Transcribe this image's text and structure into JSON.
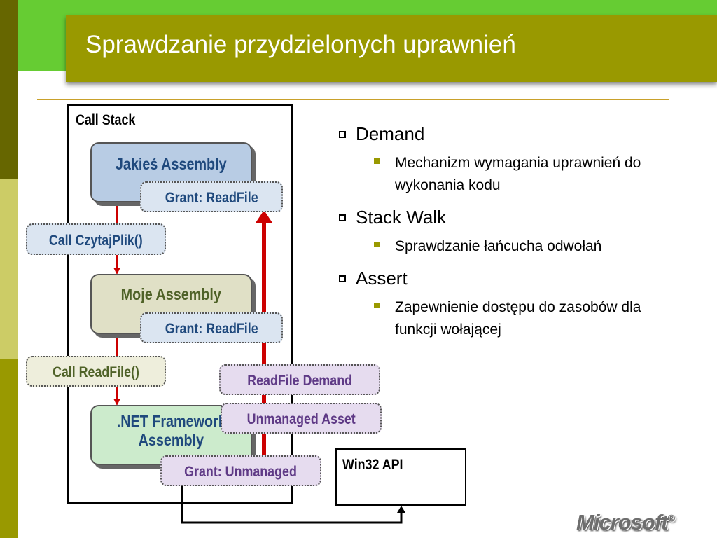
{
  "slide": {
    "title": "Sprawdzanie przydzielonych uprawnień"
  },
  "diagram": {
    "call_stack_label": "Call Stack",
    "assemblies": [
      {
        "label": "Jakieś Assembly"
      },
      {
        "label": "Moje Assembly"
      },
      {
        "label_line1": ".NET Framework",
        "label_line2": "Assembly"
      }
    ],
    "grants": [
      "Grant: ReadFile",
      "Grant: ReadFile",
      "Grant: Unmanaged"
    ],
    "calls": [
      "Call CzytajPlik()",
      "Call ReadFile()"
    ],
    "security_actions": [
      "ReadFile Demand",
      "Unmanaged Asset"
    ],
    "win32_label": "Win32 API"
  },
  "bullets": [
    {
      "label": "Demand",
      "sub": [
        "Mechanizm wymagania uprawnień do wykonania kodu"
      ]
    },
    {
      "label": "Stack Walk",
      "sub": [
        "Sprawdzanie łańcucha odwołań"
      ]
    },
    {
      "label": "Assert",
      "sub": [
        "Zapewnienie dostępu do zasobów dla funkcji wołającej"
      ]
    }
  ],
  "logo": {
    "text": "Microsoft",
    "symbol": "®"
  },
  "colors": {
    "title_bar": "#999900",
    "accent_stripe_dark": "#666600",
    "accent_stripe_light": "#cccc66",
    "arrow_red": "#cc0000",
    "rule": "#c9a12b"
  }
}
